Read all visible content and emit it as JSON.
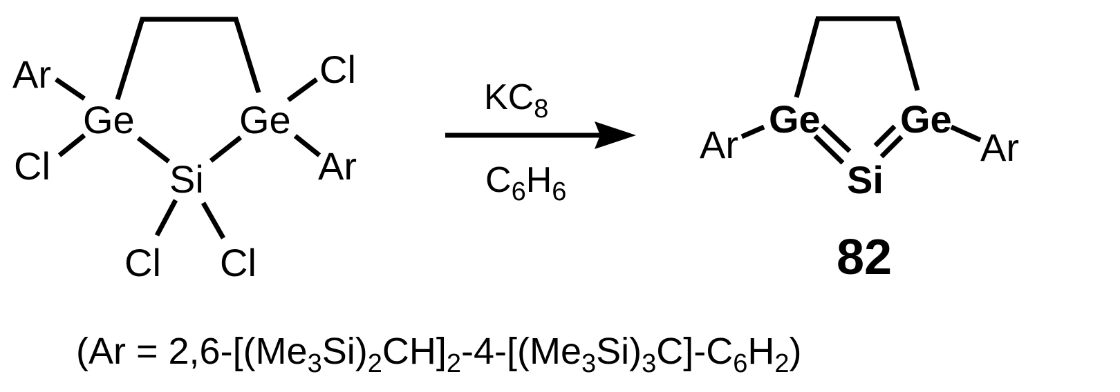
{
  "scheme": {
    "reactant": {
      "atoms": {
        "ge_left": "Ge",
        "ge_right": "Ge",
        "si": "Si",
        "ar_left": "Ar",
        "ar_right": "Ar",
        "cl_left": "Cl",
        "cl_right": "Cl",
        "cl_si_left": "Cl",
        "cl_si_right": "Cl"
      }
    },
    "conditions": {
      "reagent": "KC",
      "reagent_sub": "8",
      "solvent_c": "C",
      "solvent_c_sub": "6",
      "solvent_h": "H",
      "solvent_h_sub": "6"
    },
    "product": {
      "atoms": {
        "ge_left": "Ge",
        "ge_right": "Ge",
        "si": "Si",
        "ar_left": "Ar",
        "ar_right": "Ar"
      },
      "compound_number": "82"
    },
    "footnote": {
      "parts": [
        {
          "text": "(Ar = 2,6-[(Me",
          "sub": false
        },
        {
          "text": "3",
          "sub": true
        },
        {
          "text": "Si)",
          "sub": false
        },
        {
          "text": "2",
          "sub": true
        },
        {
          "text": "CH]",
          "sub": false
        },
        {
          "text": "2",
          "sub": true
        },
        {
          "text": "-4-[(Me",
          "sub": false
        },
        {
          "text": "3",
          "sub": true
        },
        {
          "text": "Si)",
          "sub": false
        },
        {
          "text": "3",
          "sub": true
        },
        {
          "text": "C]-C",
          "sub": false
        },
        {
          "text": "6",
          "sub": true
        },
        {
          "text": "H",
          "sub": false
        },
        {
          "text": "2",
          "sub": true
        },
        {
          "text": ")",
          "sub": false
        }
      ]
    }
  }
}
